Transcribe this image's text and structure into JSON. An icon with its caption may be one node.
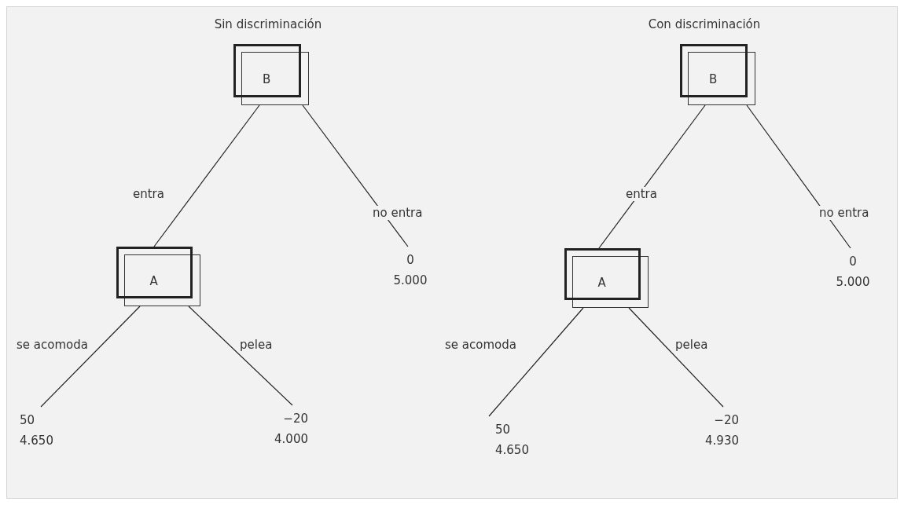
{
  "diagram": {
    "nodes": [
      {
        "text": [
          "B"
        ]
      },
      {
        "text": [
          "A"
        ]
      },
      {
        "text": [
          "0",
          "5.000"
        ]
      },
      {
        "text": [
          "50",
          "4.650"
        ]
      },
      {
        "text": [
          "−20",
          "4.000"
        ]
      },
      {
        "text": [
          "B"
        ]
      },
      {
        "text": [
          "A"
        ]
      },
      {
        "text": [
          "0",
          "5.000"
        ]
      },
      {
        "text": [
          "50",
          "4.650"
        ]
      },
      {
        "text": [
          "−20",
          "4.930"
        ]
      }
    ],
    "edges": [
      {
        "from": 0,
        "to": 1,
        "arrow": "none",
        "label": "entra"
      },
      {
        "from": 0,
        "to": 2,
        "arrow": "none",
        "label": "no entra"
      },
      {
        "from": 1,
        "to": 3,
        "arrow": "none",
        "label": "se acomoda"
      },
      {
        "from": 1,
        "to": 4,
        "arrow": "none",
        "label": "pelea"
      },
      {
        "from": 5,
        "to": 6,
        "arrow": "none",
        "label": "entra"
      },
      {
        "from": 5,
        "to": 7,
        "arrow": "none",
        "label": "no entra"
      },
      {
        "from": 6,
        "to": 8,
        "arrow": "none",
        "label": "se acomoda"
      },
      {
        "from": 6,
        "to": 9,
        "arrow": "none",
        "label": "pelea"
      }
    ],
    "labels": [
      "Sin discriminación",
      "Con discriminación"
    ]
  }
}
